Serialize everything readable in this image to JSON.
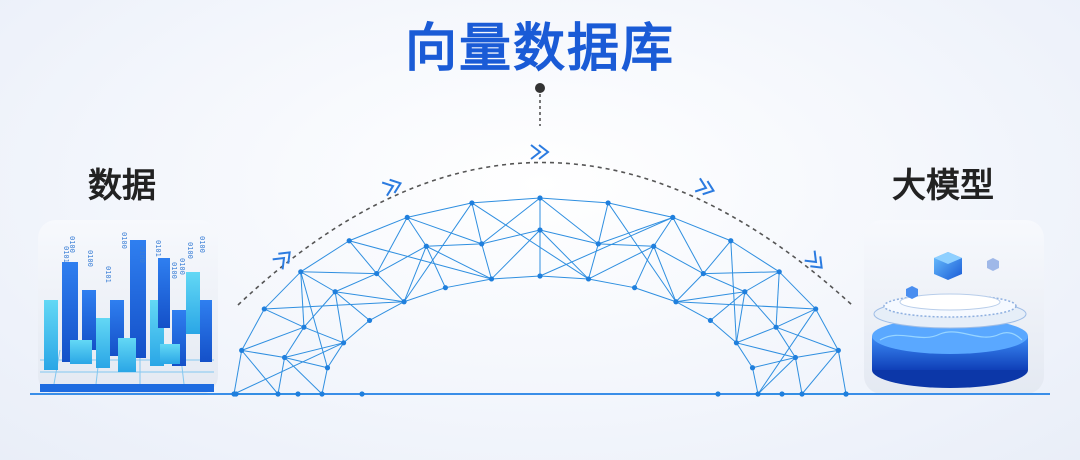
{
  "title": "向量数据库",
  "left_label": "数据",
  "right_label": "大模型",
  "colors": {
    "title": "#1a5bd6",
    "bridge_line": "#2f8fe0",
    "node": "#1f7fdd",
    "baseline": "#3a8ee8",
    "arc": "#555555",
    "chevron": "#2b7be0"
  },
  "decor": {
    "binary_strings": [
      "0100",
      "0100",
      "0101",
      "0100",
      "0100",
      "0101",
      "0100",
      "0100",
      "0100",
      "0101",
      "0100"
    ]
  }
}
